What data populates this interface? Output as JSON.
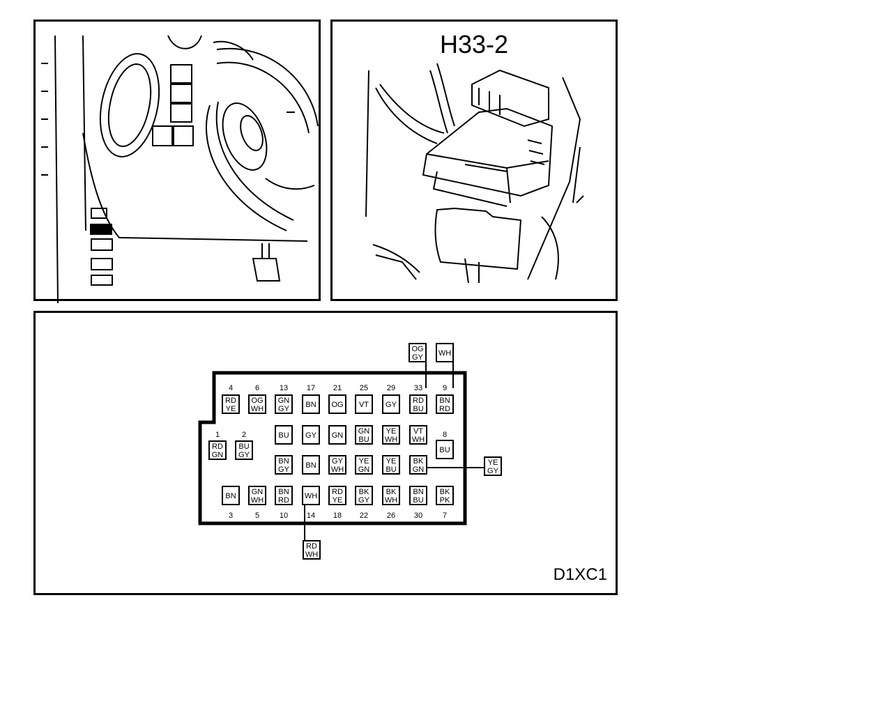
{
  "connector_photo": {
    "title": "H33-2"
  },
  "pinout": {
    "label": "D1XC1",
    "top_numbers": [
      "4",
      "6",
      "13",
      "17",
      "21",
      "25",
      "29",
      "33",
      "9"
    ],
    "left_numbers": [
      "1",
      "2"
    ],
    "right_number": "8",
    "bottom_numbers": [
      "3",
      "5",
      "10",
      "14",
      "18",
      "22",
      "26",
      "30",
      "7"
    ],
    "row1": [
      {
        "pin": "4",
        "top": "RD",
        "bottom": "YE"
      },
      {
        "pin": "6",
        "top": "OG",
        "bottom": "WH"
      },
      {
        "pin": "13",
        "top": "GN",
        "bottom": "GY"
      },
      {
        "pin": "17",
        "top": "BN",
        "bottom": ""
      },
      {
        "pin": "21",
        "top": "OG",
        "bottom": ""
      },
      {
        "pin": "25",
        "top": "VT",
        "bottom": ""
      },
      {
        "pin": "29",
        "top": "GY",
        "bottom": ""
      },
      {
        "pin": "33",
        "top": "RD",
        "bottom": "BU"
      },
      {
        "pin": "9",
        "top": "BN",
        "bottom": "RD"
      }
    ],
    "side_left": [
      {
        "pin": "1",
        "top": "RD",
        "bottom": "GN"
      },
      {
        "pin": "2",
        "top": "BU",
        "bottom": "GY"
      }
    ],
    "row2": [
      {
        "top": "BU",
        "bottom": ""
      },
      {
        "top": "GY",
        "bottom": ""
      },
      {
        "top": "GN",
        "bottom": ""
      },
      {
        "top": "GN",
        "bottom": "BU"
      },
      {
        "top": "YE",
        "bottom": "WH"
      },
      {
        "top": "VT",
        "bottom": "WH"
      }
    ],
    "side_right": {
      "pin": "8",
      "top": "BU",
      "bottom": ""
    },
    "row3": [
      {
        "top": "BN",
        "bottom": "GY"
      },
      {
        "top": "BN",
        "bottom": ""
      },
      {
        "top": "GY",
        "bottom": "WH"
      },
      {
        "top": "YE",
        "bottom": "GN"
      },
      {
        "top": "YE",
        "bottom": "BU"
      },
      {
        "top": "BK",
        "bottom": "GN"
      }
    ],
    "row4": [
      {
        "pin": "3",
        "top": "BN",
        "bottom": ""
      },
      {
        "pin": "5",
        "top": "GN",
        "bottom": "WH"
      },
      {
        "pin": "10",
        "top": "BN",
        "bottom": "RD"
      },
      {
        "pin": "14",
        "top": "WH",
        "bottom": ""
      },
      {
        "pin": "18",
        "top": "RD",
        "bottom": "YE"
      },
      {
        "pin": "22",
        "top": "BK",
        "bottom": "GY"
      },
      {
        "pin": "26",
        "top": "BK",
        "bottom": "WH"
      },
      {
        "pin": "30",
        "top": "BN",
        "bottom": "BU"
      },
      {
        "pin": "7",
        "top": "BK",
        "bottom": "PK"
      }
    ],
    "external": [
      {
        "id": "ext-33",
        "top": "OG",
        "bottom": "GY"
      },
      {
        "id": "ext-9",
        "top": "WH",
        "bottom": ""
      },
      {
        "id": "ext-bk-gn",
        "top": "YE",
        "bottom": "GY"
      },
      {
        "id": "ext-14",
        "top": "RD",
        "bottom": "WH"
      }
    ]
  }
}
